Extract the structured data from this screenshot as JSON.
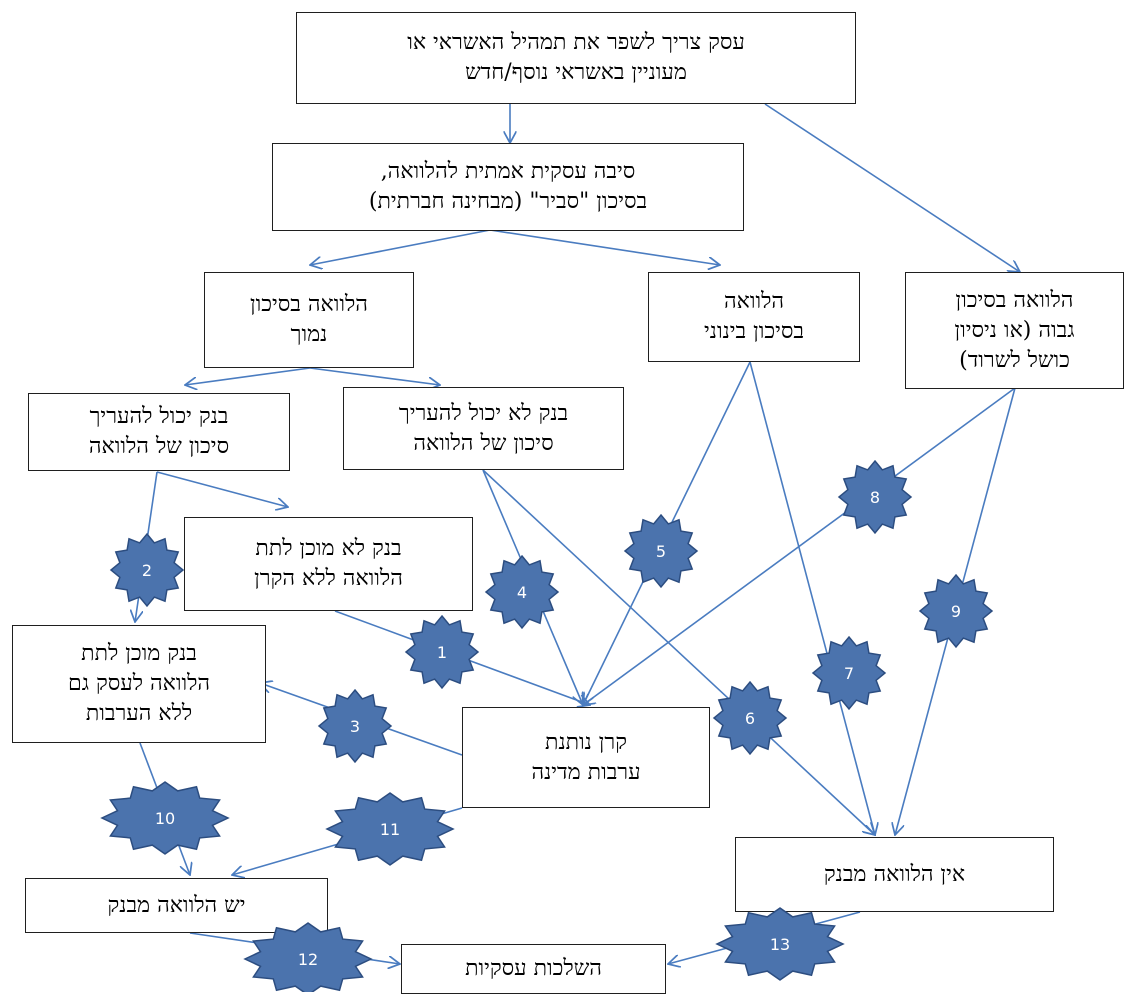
{
  "colors": {
    "box_border": "#1f1f1f",
    "arrow": "#4a7cc0",
    "badge_fill": "#4b73ad",
    "badge_stroke": "#2c4d80",
    "badge_text": "#ffffff"
  },
  "boxes": {
    "start": "עסק צריך לשפר את תמהיל האשראי או\nמעוניין באשראי נוסף/חדש",
    "reason": "סיבה עסקית אמתית להלוואה,\nבסיכון \"סביר\" (מבחינה חברתית)",
    "low_risk": "הלוואה בסיכון\nנמוך",
    "medium_risk": "הלוואה\nבסיכון בינוני",
    "high_risk": "הלוואה בסיכון\nגבוה (או ניסיון\nכושל לשרוד)",
    "bank_can": "בנק יכול להעריך\nסיכון של הלוואה",
    "bank_cannot": "בנק לא יכול להעריך\nסיכון של הלוואה",
    "bank_not_ready": "בנק לא מוכן לתת\nהלוואה ללא הקרן",
    "bank_ready": "בנק מוכן לתת\nהלוואה לעסק גם\nללא הערבות",
    "fund_gives": "קרן נותנת\nערבות מדינה",
    "no_loan": "אין הלוואה מבנק",
    "has_loan": "יש הלוואה מבנק",
    "business_implications": "השלכות עסקיות"
  },
  "badges": [
    "1",
    "2",
    "3",
    "4",
    "5",
    "6",
    "7",
    "8",
    "9",
    "10",
    "11",
    "12",
    "13"
  ]
}
